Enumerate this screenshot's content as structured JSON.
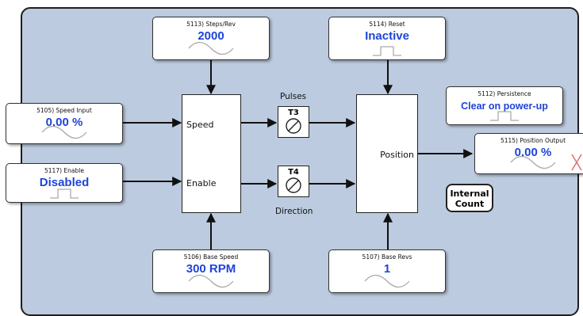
{
  "params": {
    "steps_rev": {
      "label": "5113) Steps/Rev",
      "value": "2000",
      "icon": "sine-wave-icon"
    },
    "reset": {
      "label": "5114) Reset",
      "value": "Inactive",
      "icon": "switch-icon"
    },
    "persistence": {
      "label": "5112) Persistence",
      "value": "Clear on power-up",
      "icon": "switch-icon"
    },
    "speed_input": {
      "label": "5105) Speed Input",
      "value": "0.00 %",
      "icon": "sine-wave-icon"
    },
    "enable": {
      "label": "5117) Enable",
      "value": "Disabled",
      "icon": "switch-icon"
    },
    "position_output": {
      "label": "5115) Position Output",
      "value": "0.00 %",
      "icon": "sine-wave-icon"
    },
    "base_speed": {
      "label": "5106) Base Speed",
      "value": "300 RPM",
      "icon": "sine-wave-icon"
    },
    "base_revs": {
      "label": "5107) Base Revs",
      "value": "1",
      "icon": "sine-wave-icon"
    }
  },
  "blocks": {
    "speed_enable": {
      "speed_label": "Speed",
      "enable_label": "Enable"
    },
    "position": {
      "label": "Position"
    }
  },
  "terminals": {
    "t3": {
      "id": "T3",
      "caption": "Pulses"
    },
    "t4": {
      "id": "T4",
      "caption": "Direction"
    }
  },
  "internal_count": {
    "line1": "Internal",
    "line2": "Count"
  },
  "colors": {
    "panel": "#bccbdf",
    "value_text": "#1f44d8",
    "disconnected_mark": "#e07070"
  }
}
